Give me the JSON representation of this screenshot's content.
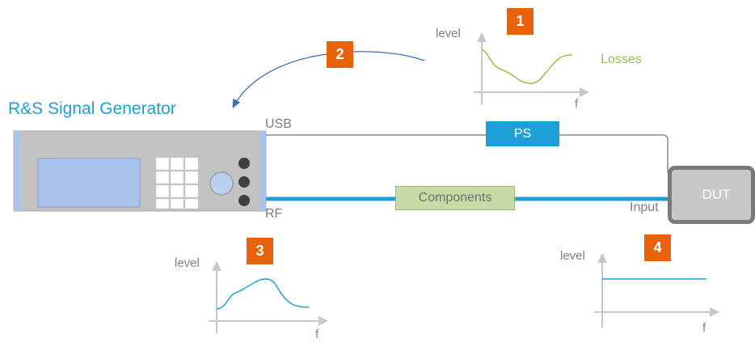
{
  "generator": {
    "title": "R&S Signal Generator"
  },
  "ports": {
    "usb": "USB",
    "rf": "RF",
    "input": "Input"
  },
  "blocks": {
    "ps": "PS",
    "components": "Components",
    "dut": "DUT"
  },
  "steps": [
    "1",
    "2",
    "3",
    "4"
  ],
  "plots": {
    "losses": {
      "y_label": "level",
      "x_label": "f",
      "series_label": "Losses",
      "color": "#8dc63f"
    },
    "generator_output": {
      "y_label": "level",
      "x_label": "f",
      "color": "#1e9fd6"
    },
    "dut_input": {
      "y_label": "level",
      "x_label": "f",
      "color": "#1e9fd6"
    }
  },
  "colors": {
    "accent": "#1e9fd6",
    "badge": "#e8620c",
    "components": "#c6dca4",
    "dut": "#c8c8c8",
    "line": "#8c8c8c"
  }
}
